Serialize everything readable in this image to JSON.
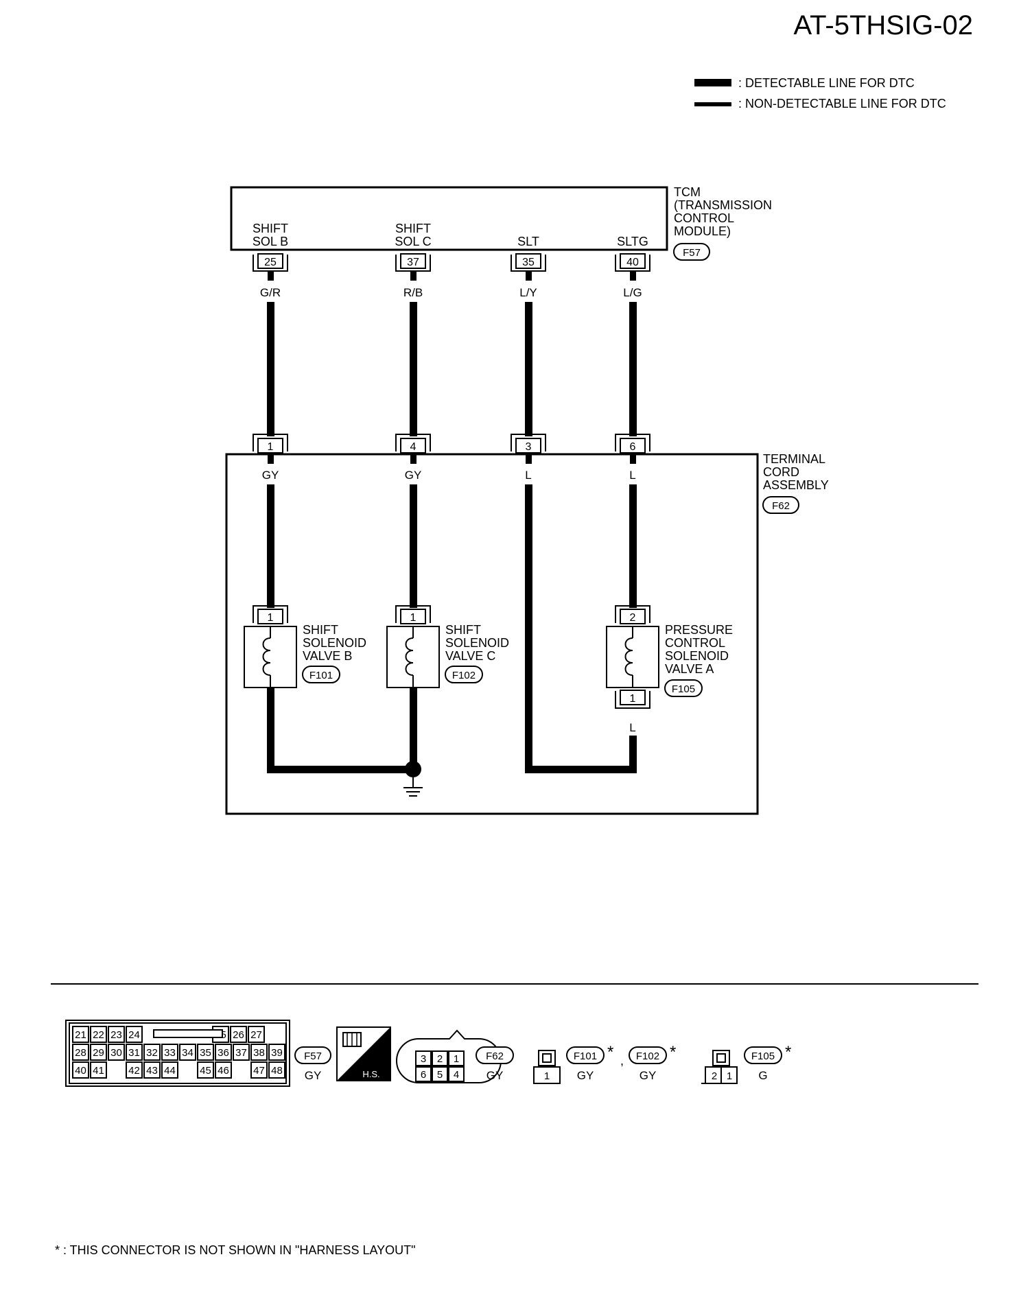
{
  "title": "AT-5THSIG-02",
  "legend": {
    "detectable": ": DETECTABLE LINE FOR DTC",
    "non_detectable": ": NON-DETECTABLE LINE FOR DTC"
  },
  "tcm": {
    "label_lines": [
      "TCM",
      "(TRANSMISSION",
      "CONTROL",
      "MODULE)"
    ],
    "connector": "F57",
    "pins": [
      {
        "name_lines": [
          "SHIFT",
          "SOL B"
        ],
        "pin": "25",
        "wire": "G/R"
      },
      {
        "name_lines": [
          "SHIFT",
          "SOL C"
        ],
        "pin": "37",
        "wire": "R/B"
      },
      {
        "name_lines": [
          "SLT"
        ],
        "pin": "35",
        "wire": "L/Y"
      },
      {
        "name_lines": [
          "SLTG"
        ],
        "pin": "40",
        "wire": "L/G"
      }
    ]
  },
  "terminal_cord": {
    "label_lines": [
      "TERMINAL",
      "CORD",
      "ASSEMBLY"
    ],
    "connector": "F62",
    "pins": [
      {
        "pin": "1",
        "wire": "GY"
      },
      {
        "pin": "4",
        "wire": "GY"
      },
      {
        "pin": "3",
        "wire": "L"
      },
      {
        "pin": "6",
        "wire": "L"
      }
    ]
  },
  "solenoids": [
    {
      "label_lines": [
        "SHIFT",
        "SOLENOID",
        "VALVE B"
      ],
      "connector": "F101",
      "top_pin": "1"
    },
    {
      "label_lines": [
        "SHIFT",
        "SOLENOID",
        "VALVE C"
      ],
      "connector": "F102",
      "top_pin": "1"
    },
    {
      "label_lines": [
        "PRESSURE",
        "CONTROL",
        "SOLENOID",
        "VALVE A"
      ],
      "connector": "F105",
      "top_pin": "2",
      "bottom_pin": "1",
      "bottom_wire": "L"
    }
  ],
  "connector_views": {
    "f57": {
      "rows": [
        [
          "21",
          "22",
          "23",
          "24",
          "25",
          "26",
          "27"
        ],
        [
          "28",
          "29",
          "30",
          "31",
          "32",
          "33",
          "34",
          "35",
          "36",
          "37",
          "38",
          "39"
        ],
        [
          "40",
          "41",
          "42",
          "43",
          "44",
          "45",
          "46",
          "47",
          "48"
        ]
      ],
      "name": "F57",
      "color": "GY"
    },
    "hs_label": "H.S.",
    "f62": {
      "top": [
        "3",
        "2",
        "1"
      ],
      "bottom": [
        "6",
        "5",
        "4"
      ],
      "name": "F62",
      "color": "GY"
    },
    "f101": {
      "pin": "1",
      "name": "F101",
      "color": "GY"
    },
    "f102": {
      "name": "F102",
      "color": "GY"
    },
    "f105": {
      "pins": [
        "2",
        "1"
      ],
      "name": "F105",
      "color": "G"
    },
    "star": "*",
    "separator": ","
  },
  "footnote": "* : THIS CONNECTOR IS NOT SHOWN IN \"HARNESS LAYOUT\""
}
